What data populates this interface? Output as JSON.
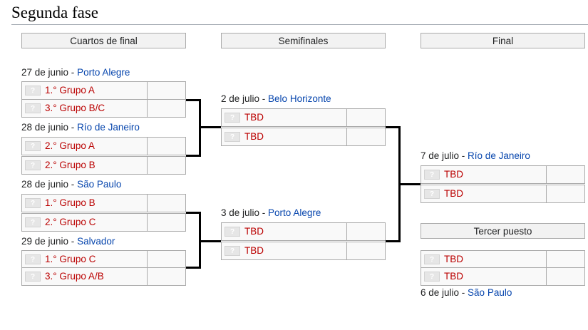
{
  "section": {
    "title": "Segunda fase"
  },
  "rounds": {
    "quarterfinals": "Cuartos de final",
    "semifinals": "Semifinales",
    "final": "Final",
    "third_place": "Tercer puesto"
  },
  "flag_placeholder": "?",
  "matches": {
    "qf1": {
      "date": "27 de junio - ",
      "venue": "Porto Alegre",
      "teams": [
        "1.° Grupo A",
        "3.° Grupo B/C"
      ],
      "scores": [
        "",
        ""
      ]
    },
    "qf2": {
      "date": "28 de junio - ",
      "venue": "Río de Janeiro",
      "teams": [
        "2.° Grupo A",
        "2.° Grupo B"
      ],
      "scores": [
        "",
        ""
      ]
    },
    "qf3": {
      "date": "28 de junio - ",
      "venue": "São Paulo",
      "teams": [
        "1.° Grupo B",
        "2.° Grupo C"
      ],
      "scores": [
        "",
        ""
      ]
    },
    "qf4": {
      "date": "29 de junio - ",
      "venue": "Salvador",
      "teams": [
        "1.° Grupo C",
        "3.° Grupo A/B"
      ],
      "scores": [
        "",
        ""
      ]
    },
    "sf1": {
      "date": "2 de julio - ",
      "venue": "Belo Horizonte",
      "teams": [
        "TBD",
        "TBD"
      ],
      "scores": [
        "",
        ""
      ]
    },
    "sf2": {
      "date": "3 de julio - ",
      "venue": "Porto Alegre",
      "teams": [
        "TBD",
        "TBD"
      ],
      "scores": [
        "",
        ""
      ]
    },
    "final": {
      "date": "7 de julio - ",
      "venue": "Río de Janeiro",
      "teams": [
        "TBD",
        "TBD"
      ],
      "scores": [
        "",
        ""
      ]
    },
    "third": {
      "date": "6 de julio - ",
      "venue": "São Paulo",
      "teams": [
        "TBD",
        "TBD"
      ],
      "scores": [
        "",
        ""
      ]
    }
  }
}
